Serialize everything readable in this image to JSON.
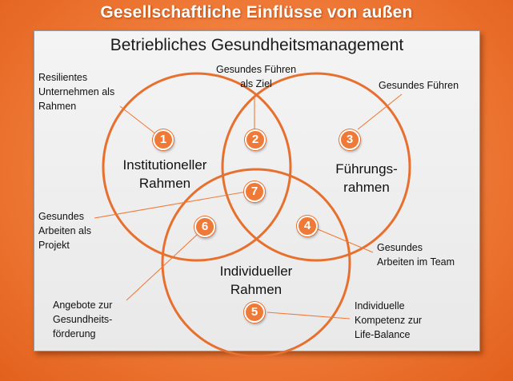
{
  "outer_title": "Gesellschaftliche Einflüsse von außen",
  "panel_title": "Betriebliches Gesundheitsmanagement",
  "circles": {
    "institutional": [
      "Institutioneller",
      "Rahmen"
    ],
    "leadership": [
      "Führungs-",
      "rahmen"
    ],
    "individual": [
      "Individueller",
      "Rahmen"
    ]
  },
  "badges": [
    "1",
    "2",
    "3",
    "4",
    "5",
    "6",
    "7"
  ],
  "notes": {
    "n1": [
      "Resilientes",
      "Unternehmen als",
      "Rahmen"
    ],
    "n2": [
      "Gesundes Führen",
      "als Ziel"
    ],
    "n3": [
      "Gesundes Führen"
    ],
    "n4": [
      "Gesundes",
      "Arbeiten im Team"
    ],
    "n5": [
      "Individuelle",
      "Kompetenz zur",
      "Life-Balance"
    ],
    "n6": [
      "Angebote zur",
      "Gesundheits-",
      "förderung"
    ],
    "n7": [
      "Gesundes",
      "Arbeiten als",
      "Projekt"
    ]
  },
  "colors": {
    "accent": "#ef7a38",
    "circle_stroke": "#e8702e",
    "panel": "#efefef"
  }
}
